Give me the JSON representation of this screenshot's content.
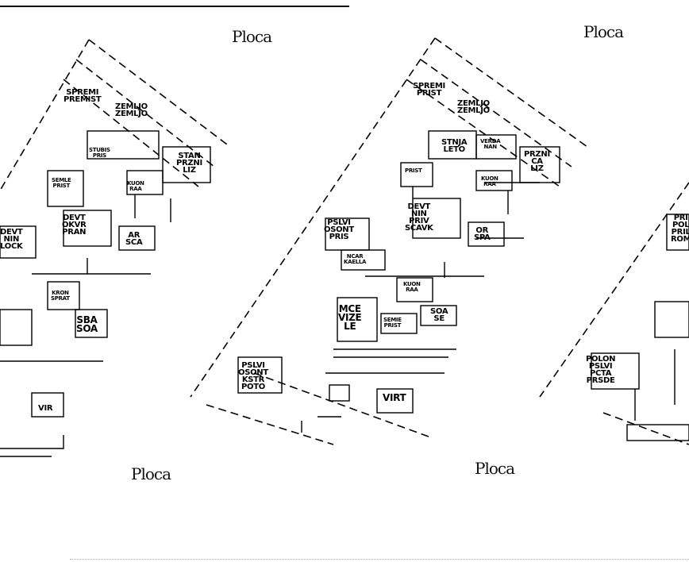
{
  "captions": {
    "top_center": "Ploca",
    "top_right": "Ploca",
    "bottom_left": "Ploca",
    "bottom_right": "Ploca"
  },
  "rooms": {
    "l1": "SPREMI\nPREMIST",
    "l2": "ZEMLJO\nZEMLJO",
    "l3": "STUBIS\nPRIS",
    "l4": "STAN\nPRZNI\nLIZ",
    "l5": "SEMLE\nPRIST",
    "l6": "KUON\nRAA",
    "l7": "DEVT\nOKVR\nPRAN",
    "l8": "AR\nSCA",
    "l9": "DEVT\nNIN\nLOCK",
    "l10": "KRON\nSPRAT",
    "l11": "SBA\nSOA",
    "l12": "VIR",
    "c1": "SPREMI\nPRIST",
    "c2": "ZEMLJO\nZEMLJO",
    "c3": "STNJA\nLETO",
    "c4": "VERDA\nNAN",
    "c5": "PRZNI\nCA\nLIZ",
    "c6": "PRIST",
    "c7": "KUON\nRAA",
    "c8": "DEVT\nNIN\nPRIV\nSCAVK",
    "c9": "OR\nSPA",
    "c10": "PSLVI\nOSONT\nPRIS",
    "c11": "NCAR\nKAELLA",
    "c12": "KUON\nRAA",
    "c13": "MCE\nVIZE\nLE",
    "c14": "SEMIE\nPRIST",
    "c15": "SOA\nSE",
    "c16": "PSLVI\nOSONT\nKSTR\nPOTO",
    "c17": "VIRT",
    "r1": "POLON\nPSLVI\nPCTA\nPRSDE",
    "r2": "PRI\nPOL\nPRIL\nROM"
  }
}
